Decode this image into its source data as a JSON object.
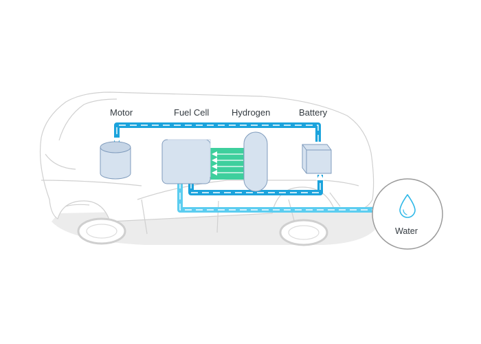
{
  "diagram": {
    "labels": {
      "motor": "Motor",
      "fuel_cell": "Fuel Cell",
      "hydrogen": "Hydrogen",
      "battery": "Battery",
      "water": "Water"
    },
    "icons": {
      "water": "water-drop-icon"
    },
    "colors": {
      "power_flow": "#1ba3dc",
      "hydrogen_flow": "#3ecf9d",
      "water_flow": "#5ccdf0",
      "component_fill": "#d6e2ef",
      "component_stroke": "#7f9bbc",
      "car_outline": "#d0d0d0",
      "shadow": "#ececec"
    }
  }
}
